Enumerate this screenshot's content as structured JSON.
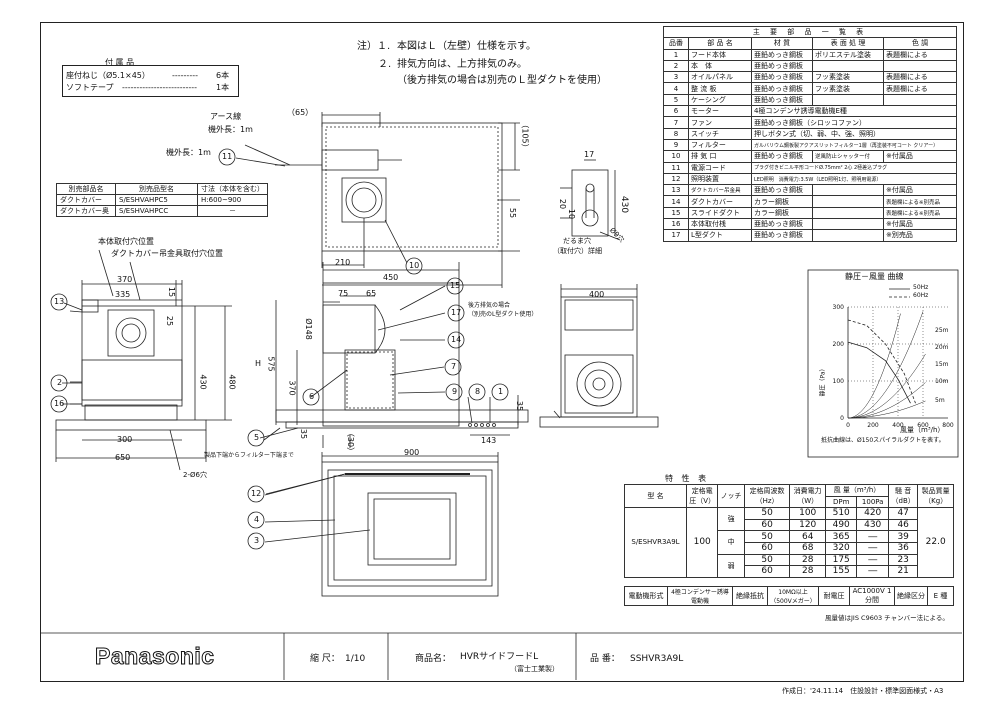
{
  "notes": {
    "label": "注）１.",
    "n1": "本図はＬ（左壁）仕様を示す。",
    "n2_num": "２.",
    "n2": "排気方向は、上方排気のみ。",
    "n3": "（後方排気の場合は別売のＬ型ダクトを使用）"
  },
  "accessories": {
    "title": "付 属 品",
    "rows": [
      {
        "name": "座付ねじ（Ø5.1×45）",
        "qty": "6本"
      },
      {
        "name": "ソフトテープ",
        "qty": "1本"
      }
    ]
  },
  "optional_parts": {
    "headers": [
      "別売部品名",
      "別売品型名",
      "寸法（本体を含む）"
    ],
    "rows": [
      [
        "ダクトカバー",
        "S/ESHVAHPC5",
        "H:600~900"
      ],
      [
        "ダクトカバー奥",
        "S/ESHVAHPCC",
        "－"
      ]
    ]
  },
  "parts_table": {
    "title": "主 要 部 品 一 覧 表",
    "headers": [
      "品番",
      "部 品 名",
      "材 質",
      "表 面 処 理",
      "色 調"
    ],
    "rows": [
      [
        "1",
        "フード本体",
        "亜鉛めっき鋼板",
        "ポリエステル塗装",
        "表題欄による"
      ],
      [
        "2",
        "本　体",
        "亜鉛めっき鋼板",
        "",
        ""
      ],
      [
        "3",
        "オイルパネル",
        "亜鉛めっき鋼板",
        "フッ素塗装",
        "表題欄による"
      ],
      [
        "4",
        "整 流 板",
        "亜鉛めっき鋼板",
        "フッ素塗装",
        "表題欄による"
      ],
      [
        "5",
        "ケーシング",
        "亜鉛めっき鋼板",
        "",
        ""
      ],
      [
        "6",
        "モーター",
        "4極コンデンサ誘導電動機E種",
        "",
        ""
      ],
      [
        "7",
        "ファン",
        "亜鉛めっき鋼板（シロッコファン）",
        "",
        ""
      ],
      [
        "8",
        "スイッチ",
        "押しボタン式（切、弱、中、強、照明）",
        "",
        ""
      ],
      [
        "9",
        "フィルター",
        "ガルバリウム鋼板製アクアスリットフィルター1層（再塗装不可コート クリアー）",
        "",
        ""
      ],
      [
        "10",
        "排 気 口",
        "亜鉛めっき鋼板",
        "逆風防止シャッター付",
        "※付属品"
      ],
      [
        "11",
        "電源コード",
        "プラグ付きビニル平形コードØ.75mm² 2心 2極差込プラグ",
        "",
        ""
      ],
      [
        "12",
        "照明装置",
        "LED照明　消費電力:3.5W（LED照明1灯、照明用電源）",
        "",
        ""
      ],
      [
        "13",
        "ダクトカバー吊金具",
        "亜鉛めっき鋼板",
        "",
        "※付属品"
      ],
      [
        "14",
        "ダクトカバー",
        "カラー鋼板",
        "",
        "表題欄による※別売品"
      ],
      [
        "15",
        "スライドダクト",
        "カラー鋼板",
        "",
        "表題欄による※別売品"
      ],
      [
        "16",
        "本体取付桟",
        "亜鉛めっき鋼板",
        "",
        "※付属品"
      ],
      [
        "17",
        "L型ダクト",
        "亜鉛めっき鋼板",
        "",
        "※別売品"
      ]
    ]
  },
  "drawing_labels": {
    "earth": "アース線",
    "earth_len": "機外長：1m",
    "cord_len": "機外長：1m",
    "mount_pos": "本体取付穴位置",
    "duct_hanger_pos": "ダクトカバー吊金具取付穴位置",
    "hole_detail": "だるま穴",
    "hole_detail2": "（取付穴）詳細",
    "filter_note": "製品下端からフィルター下端まで",
    "hole_note": "2-Ø6穴",
    "rear_exhaust": "後方排気の場合",
    "rear_exhaust2": "（別売のL型ダクト使用）",
    "dims": {
      "d65": "（65）",
      "d105": "（105）",
      "d55": "55",
      "d210": "210",
      "d450": "450",
      "d370": "370",
      "d335": "335",
      "d15": "15",
      "d25": "25",
      "d430": "430",
      "d480": "480",
      "d300": "300",
      "d650": "650",
      "d75": "75",
      "d65b": "65",
      "d148": "Ø148",
      "d575": "575",
      "dH": "H",
      "d370b": "370",
      "d35": "35",
      "d30": "（30）",
      "d143": "143",
      "d35b": "35",
      "d400": "400",
      "d900": "900",
      "d17": "17",
      "d20": "20",
      "d10": "10",
      "d430b": "430",
      "d9": "Ø9穴"
    },
    "callouts": [
      "11",
      "10",
      "13",
      "2",
      "16",
      "5",
      "6",
      "7",
      "9",
      "8",
      "1",
      "15",
      "17",
      "14",
      "12",
      "4",
      "3"
    ]
  },
  "pq_chart": {
    "title": "静圧－風量 曲線",
    "legend": [
      "50Hz",
      "60Hz"
    ],
    "ylabel": "静圧（Pa）",
    "xlabel": "風量（m³/h）",
    "note": "抵抗曲線は、Ø150スパイラルダクトを表す。",
    "duct_lengths": [
      "25m",
      "20m",
      "15m",
      "10m",
      "5m"
    ]
  },
  "chart_data": {
    "type": "line",
    "title": "静圧－風量 曲線",
    "xlabel": "風量（m³/h）",
    "ylabel": "静圧（Pa）",
    "xlim": [
      0,
      800
    ],
    "ylim": [
      0,
      300
    ],
    "x_ticks": [
      0,
      200,
      400,
      600,
      800
    ],
    "y_ticks": [
      0,
      100,
      200,
      300
    ],
    "legend_position": "top-right",
    "series": [
      {
        "name": "50Hz",
        "x": [
          0,
          150,
          300,
          400,
          500
        ],
        "y": [
          205,
          190,
          155,
          105,
          40
        ]
      },
      {
        "name": "60Hz",
        "x": [
          0,
          150,
          300,
          450,
          540
        ],
        "y": [
          265,
          250,
          200,
          120,
          40
        ]
      }
    ]
  },
  "spec_table": {
    "title": "特 性 表",
    "headers": [
      "型 名",
      "定格電圧（V）",
      "ノッチ",
      "定格周波数（Hz）",
      "消費電力（W）",
      "風 量（m³/h）",
      "騒 音（dB）",
      "製品質量（Kg）"
    ],
    "subheaders": [
      "DPm",
      "100Pa"
    ],
    "model": "S/ESHVR3A9L",
    "voltage": "100",
    "mass": "22.0",
    "notches": [
      "強",
      "中",
      "弱"
    ],
    "rows": [
      [
        "50",
        "100",
        "510",
        "420",
        "47"
      ],
      [
        "60",
        "120",
        "490",
        "430",
        "46"
      ],
      [
        "50",
        "64",
        "365",
        "―",
        "39"
      ],
      [
        "60",
        "68",
        "320",
        "―",
        "36"
      ],
      [
        "50",
        "28",
        "175",
        "―",
        "23"
      ],
      [
        "60",
        "28",
        "155",
        "―",
        "21"
      ]
    ],
    "footer": {
      "motor_type_label": "電動機形式",
      "motor_type": "4極コンデンサー誘導電動機",
      "insulation_label": "絶縁抵抗",
      "insulation": "10MΩ以上（500Vメガー）",
      "withstand_label": "耐電圧",
      "withstand": "AC1000V 1分間",
      "class_label": "絶縁区分",
      "class": "E 種"
    },
    "standard": "風量値はJIS C9603 チャンバー法による。"
  },
  "title_block": {
    "brand": "Panasonic",
    "scale_label": "縮 尺：",
    "scale": "1/10",
    "product_label": "商品名：",
    "product": "HVRサイドフードL",
    "maker": "（富士工業製）",
    "model_label": "品 番：",
    "model": "SSHVR3A9L"
  },
  "footer": {
    "date": "作成日：'24.11.14　住設設計・標準図面様式・A3"
  }
}
